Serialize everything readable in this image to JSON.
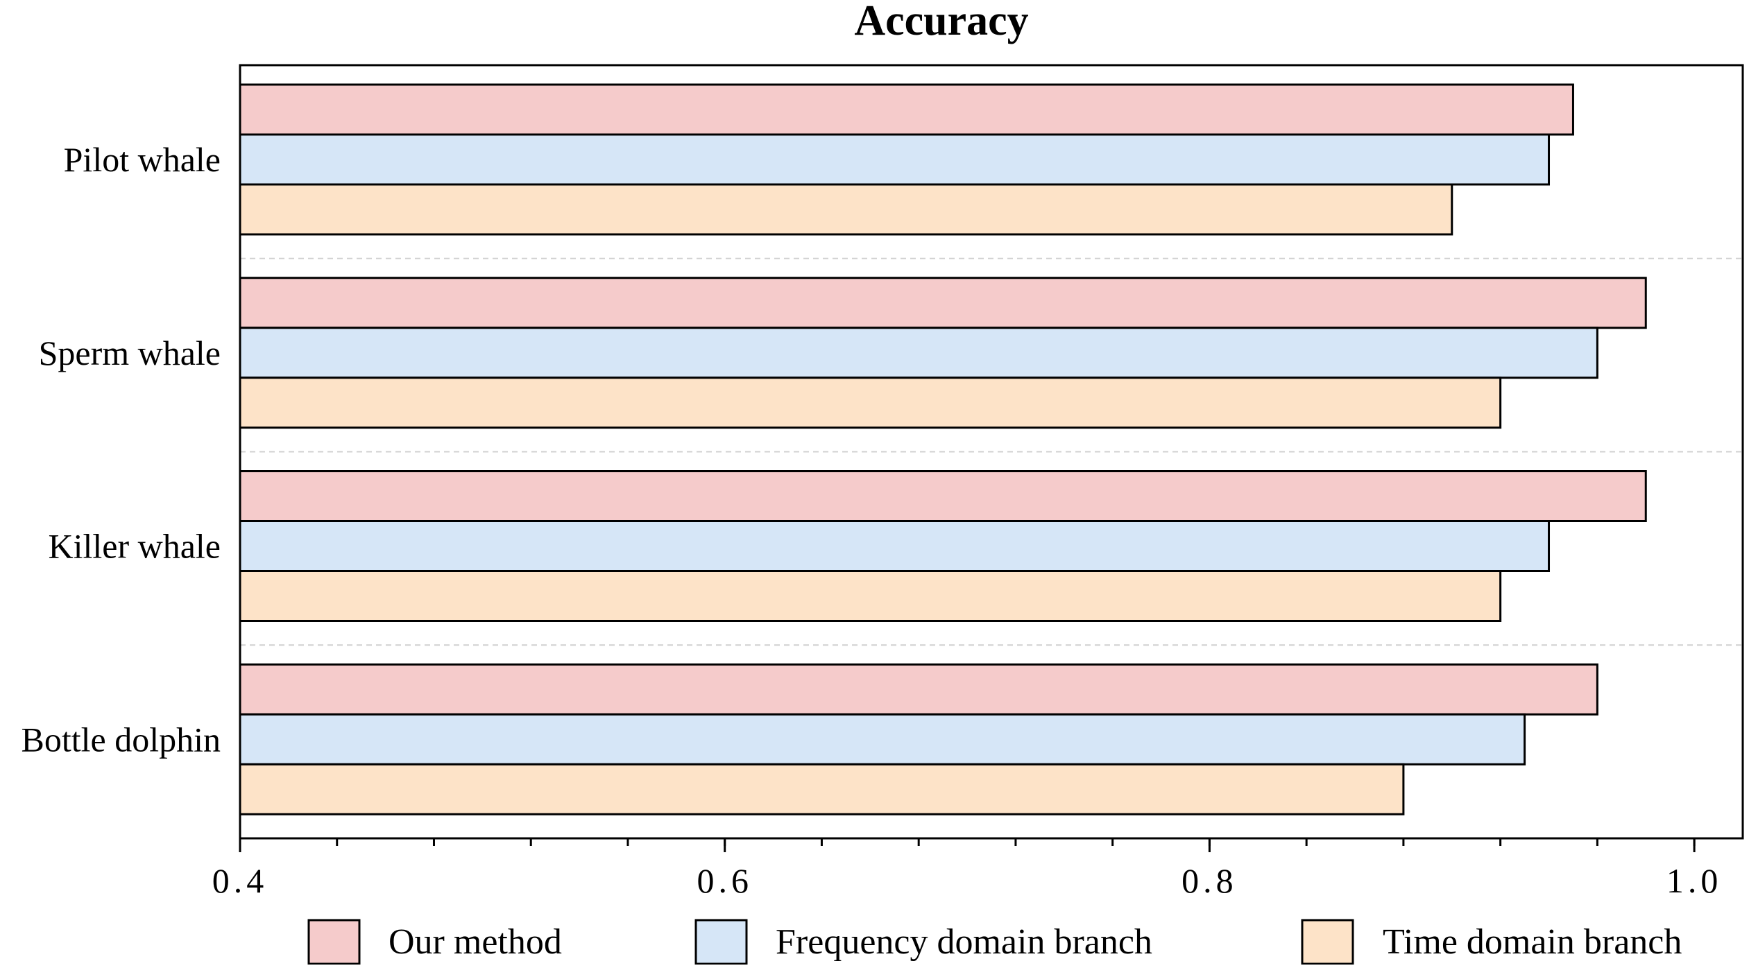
{
  "chart_data": {
    "type": "bar",
    "orientation": "horizontal",
    "title": "Accuracy",
    "xlabel": "",
    "ylabel": "",
    "categories": [
      "Pilot whale",
      "Sperm whale",
      "Killer whale",
      "Bottle dolphin"
    ],
    "series": [
      {
        "name": "Our method",
        "values": [
          0.95,
          0.98,
          0.98,
          0.96
        ],
        "color": "#f5cbcb"
      },
      {
        "name": "Frequency domain branch",
        "values": [
          0.94,
          0.96,
          0.94,
          0.93
        ],
        "color": "#d6e6f7"
      },
      {
        "name": "Time domain branch",
        "values": [
          0.9,
          0.92,
          0.92,
          0.88
        ],
        "color": "#fde3c8"
      }
    ],
    "xlim": [
      0.4,
      1.02
    ],
    "xticks": [
      0.4,
      0.6,
      0.8,
      1.0
    ],
    "xtick_labels": [
      "0.4",
      "0.6",
      "0.8",
      "1.0"
    ],
    "minor_tick_step": 0.04,
    "grid": "dashed separators between categories",
    "legend_position": "bottom"
  }
}
